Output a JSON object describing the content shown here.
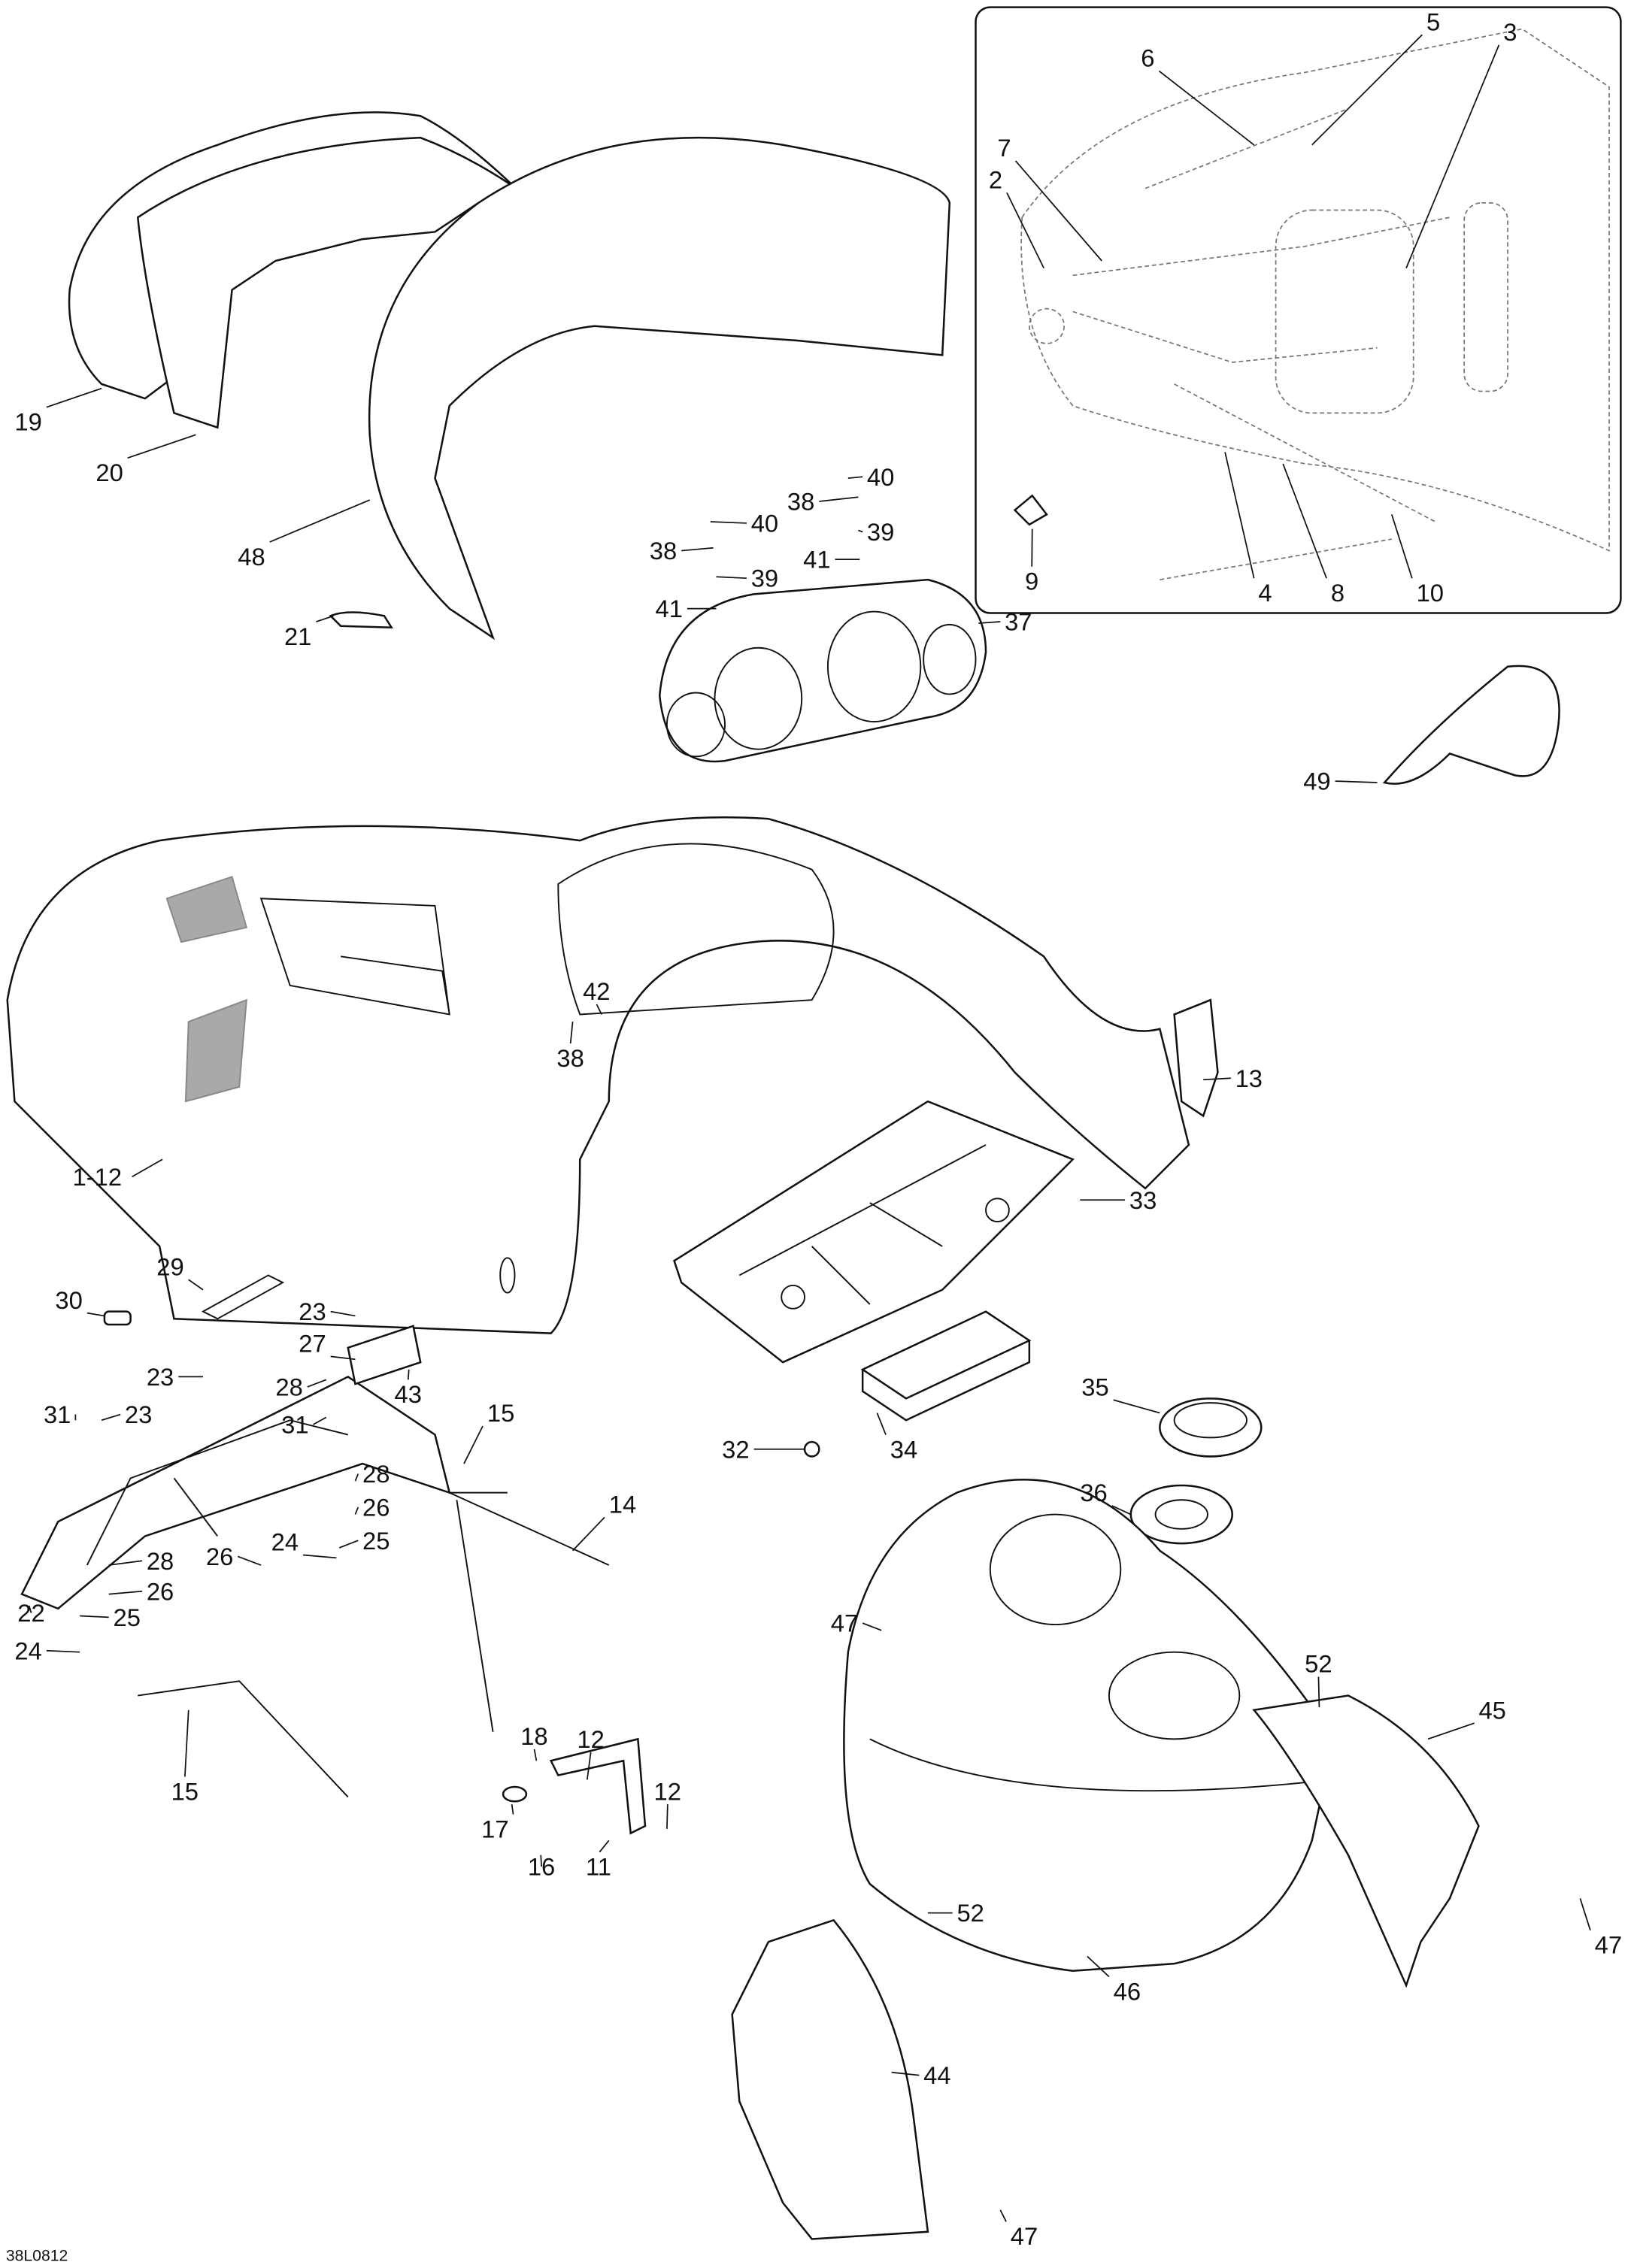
{
  "drawing_code": "38L0812",
  "callouts": [
    "19",
    "20",
    "48",
    "21",
    "40",
    "38",
    "39",
    "40",
    "38",
    "39",
    "41",
    "41",
    "37",
    "5",
    "3",
    "6",
    "7",
    "2",
    "9",
    "4",
    "8",
    "10",
    "49",
    "42",
    "38",
    "13",
    "1-12",
    "33",
    "29",
    "30",
    "23",
    "27",
    "23",
    "28",
    "43",
    "31",
    "23",
    "31",
    "15",
    "14",
    "28",
    "26",
    "25",
    "24",
    "26",
    "28",
    "26",
    "22",
    "25",
    "24",
    "35",
    "36",
    "32",
    "34",
    "47",
    "52",
    "45",
    "18",
    "12",
    "12",
    "17",
    "16",
    "11",
    "15",
    "52",
    "47",
    "46",
    "44",
    "47"
  ]
}
